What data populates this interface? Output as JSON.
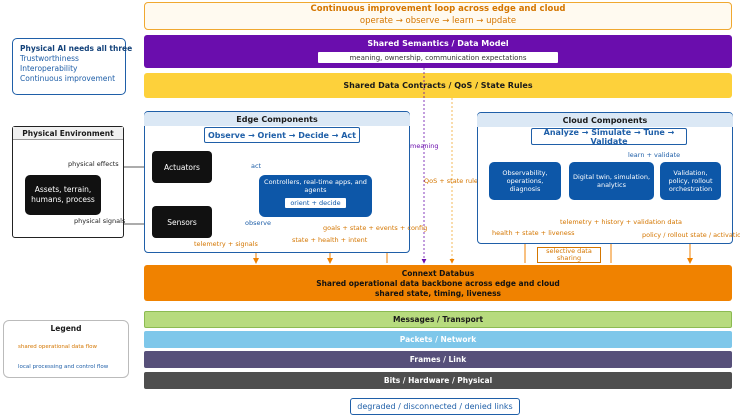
{
  "loop": {
    "title": "Continuous improvement loop across edge and cloud",
    "steps": "operate → observe → learn → update"
  },
  "physical_ai": {
    "title": "Physical AI needs all three",
    "items": [
      "Trustworthiness",
      "Interoperability",
      "Continuous improvement"
    ]
  },
  "semantics": {
    "title": "Shared Semantics / Data Model",
    "subtitle": "meaning, ownership, communication expectations"
  },
  "contracts": {
    "title": "Shared Data Contracts / QoS / State Rules"
  },
  "environment": {
    "title": "Physical Environment",
    "inner": "Assets, terrain, humans, process",
    "effects_label": "physical effects",
    "signals_label": "physical signals"
  },
  "edge": {
    "title": "Edge Components",
    "loop": "Observe → Orient → Decide → Act",
    "actuators": "Actuators",
    "sensors": "Sensors",
    "controllers": "Controllers, real-time apps, and agents",
    "controllers_chip": "orient + decide",
    "act_label": "act",
    "observe_label": "observe",
    "telemetry_label": "telemetry + signals",
    "goals_label": "goals + state + events + config",
    "state_label": "state + health + intent"
  },
  "flows": {
    "meaning": "meaning",
    "qos": "QoS + state rules"
  },
  "cloud": {
    "title": "Cloud Components",
    "loop": "Analyze → Simulate → Tune → Validate",
    "observability": "Observability, operations, diagnosis",
    "twin": "Digital twin, simulation, analytics",
    "validation": "Validation, policy, rollout orchestration",
    "learn_label": "learn + validate",
    "telemetry_label": "telemetry + history + validation data",
    "health_label": "health + state + liveness",
    "policy_label": "policy / rollout state / activation",
    "selective_label": "selective data sharing"
  },
  "databus": {
    "title": "Connext Databus",
    "line2": "Shared operational data backbone across edge and cloud",
    "line3": "shared state, timing, liveness"
  },
  "layers": {
    "messages": "Messages / Transport",
    "packets": "Packets / Network",
    "frames": "Frames / Link",
    "bits": "Bits / Hardware / Physical"
  },
  "degraded": "degraded / disconnected / denied links",
  "legend": {
    "title": "Legend",
    "orange": "shared operational data flow",
    "blue": "local processing and control flow"
  },
  "colors": {
    "orange": "#f08200",
    "blue": "#1f5fa8",
    "purple": "#6a0dad",
    "yellow": "#fdd13b"
  }
}
